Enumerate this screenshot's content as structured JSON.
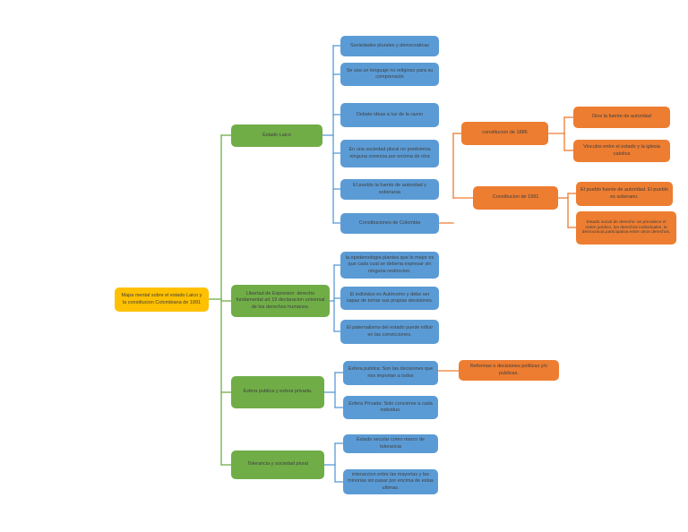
{
  "colors": {
    "root": "#FFC000",
    "level1": "#70AD47",
    "level2": "#5B9BD5",
    "level3": "#ED7D31",
    "text": "#3f3f3f",
    "background": "#FFFFFF"
  },
  "mindmap": {
    "root": {
      "label": "Mapa mental sobre el estado Laico y la constitucion Colombiana de 1991"
    },
    "branches": [
      {
        "label": "Estado Laico",
        "children": [
          {
            "label": "Sociedades plurales y democraticas"
          },
          {
            "label": "Se usa un lenguaje no religioso para su comprensión"
          },
          {
            "label": "Debate ideas a luz de la razon"
          },
          {
            "label": "En una sociedad plural no predomina ninguna creencia por encima de otra"
          },
          {
            "label": "El pueblo la fuente de autoridad y soberania"
          },
          {
            "label": "Constituciones de Colombia",
            "children": [
              {
                "label": "constitucion de 1886",
                "children": [
                  {
                    "label": "Dios la fuente de autoridad"
                  },
                  {
                    "label": "Vinculos entre el estado y la iglesia catolica"
                  }
                ]
              },
              {
                "label": "Constitucion de 1991",
                "children": [
                  {
                    "label": "El pueblo fuente de autoridad. El pueblo es soberano."
                  },
                  {
                    "label": "Estado social de derecho: se prevalece el orden juridico, los derechos individuales, la democracia participativa entre otros derechos."
                  }
                ]
              }
            ]
          }
        ]
      },
      {
        "label": "Libertad de Expresion: derecho fundamental art 19 declaracion universal de los derechos humanos.",
        "children": [
          {
            "label": "la epistemologia plantea que lo mejor es que cada cual se deberia expresar sin ninguna restriccion."
          },
          {
            "label": "El individuo es Autónomo y debe ser capaz de tomar sus propias decisiones."
          },
          {
            "label": "El paternalismo del estado puede influir en las convicciones."
          }
        ]
      },
      {
        "label": "Esfera publica y esfera privada.",
        "children": [
          {
            "label": "Esfera publica: Son las decisiones que nos importan a todos",
            "children": [
              {
                "label": "Reformas o decisiones politicas y/o publicas."
              }
            ]
          },
          {
            "label": "Esfera Privada: Solo concierne a cada individuo."
          }
        ]
      },
      {
        "label": "Tolerancia y sociedad plural",
        "children": [
          {
            "label": "Estado secular como marco de tolerancia"
          },
          {
            "label": "interaccion entre las mayorias y las minorias sin pasar por encima de estas ultimas."
          }
        ]
      }
    ]
  }
}
